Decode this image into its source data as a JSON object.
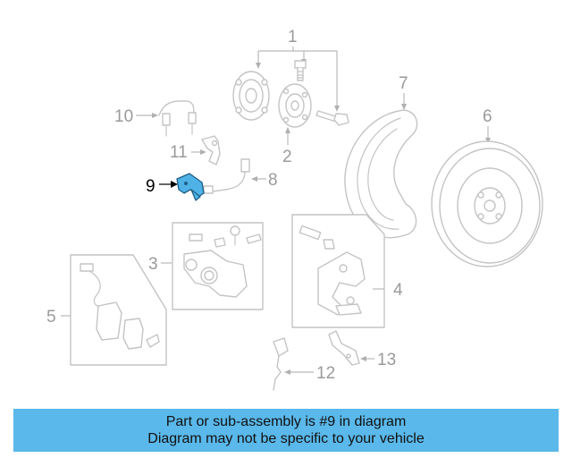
{
  "diagram": {
    "highlight_color": "#4fb2e6",
    "highlighted_callout": "9",
    "callouts": {
      "c1": "1",
      "c2": "2",
      "c3": "3",
      "c4": "4",
      "c5": "5",
      "c6": "6",
      "c7": "7",
      "c8": "8",
      "c9": "9",
      "c10": "10",
      "c11": "11",
      "c12": "12",
      "c13": "13"
    }
  },
  "banner": {
    "line1": "Part or sub-assembly is #9 in diagram",
    "line2": "Diagram may not be specific to your vehicle",
    "color": "#5ab8ea"
  }
}
